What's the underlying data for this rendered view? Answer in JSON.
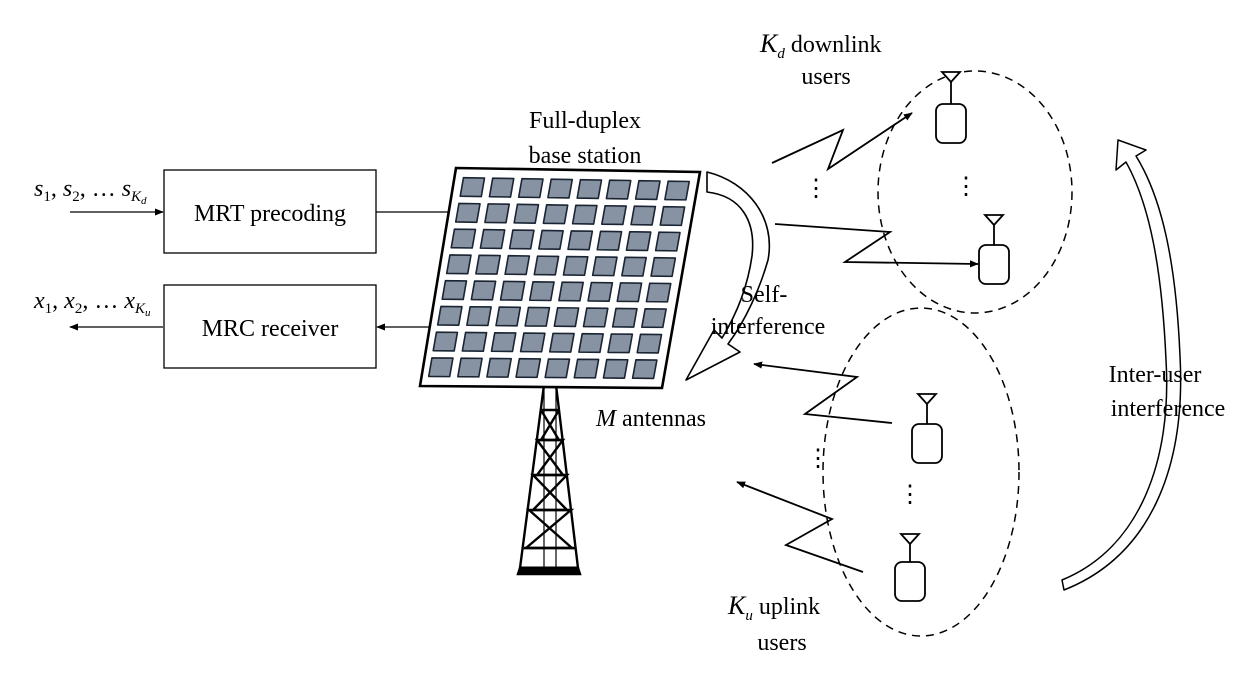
{
  "blocks": {
    "mrt": "MRT precoding",
    "mrc": "MRC receiver"
  },
  "io": {
    "input_signals": {
      "main": "s",
      "items": [
        "1",
        "2"
      ],
      "last": "K",
      "last_sub": "d"
    },
    "output_signals": {
      "main": "x",
      "items": [
        "1",
        "2"
      ],
      "last": "K",
      "last_sub": "u"
    }
  },
  "base_station": {
    "title_line1": "Full-duplex",
    "title_line2": "base station",
    "antennas_var": "M",
    "antennas_text": "antennas"
  },
  "self_interference": {
    "line1": "Self-",
    "line2": "interference"
  },
  "downlink": {
    "var": "K",
    "sub": "d",
    "line1_text": "downlink",
    "line2": "users"
  },
  "uplink": {
    "var": "K",
    "sub": "u",
    "line1_text": "uplink",
    "line2": "users"
  },
  "inter_user": {
    "line1": "Inter-user",
    "line2": "interference"
  },
  "colors": {
    "antenna_element_fill": "#8793a3",
    "antenna_element_stroke": "#1a2433",
    "line": "#000000",
    "background": "#ffffff"
  }
}
